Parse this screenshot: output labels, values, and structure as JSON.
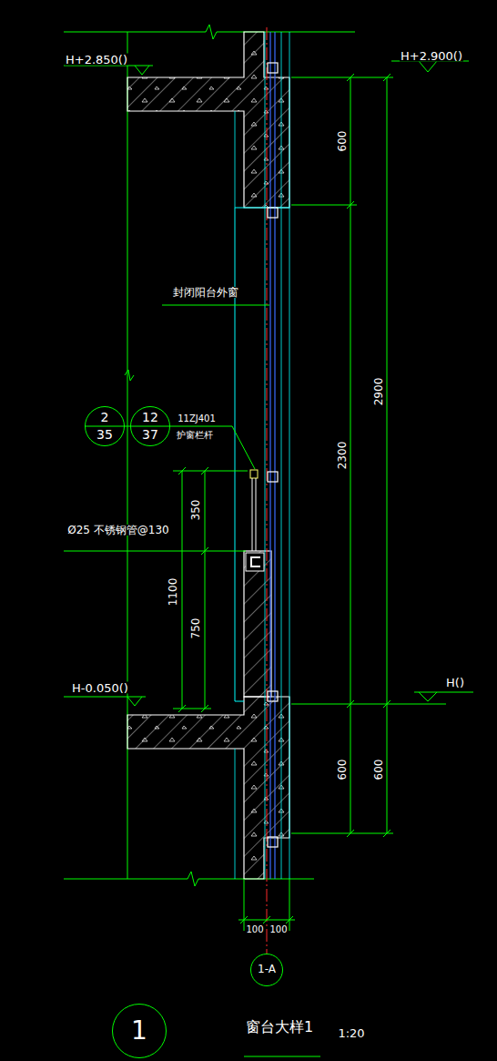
{
  "diagram": {
    "title": "窗台大样1",
    "nodes": [
      {
        "text": [
          "2",
          "35"
        ]
      },
      {
        "text": [
          "12",
          "37"
        ]
      },
      {
        "text": [
          "1-A"
        ]
      },
      {
        "text": [
          "1"
        ]
      }
    ],
    "edges": [],
    "labels": [
      "H+2.850()",
      "H+2.900()",
      "600",
      "2300",
      "2900",
      "封闭阳台外窗",
      "11ZJ401",
      "护窗栏杆",
      "Ø25 不锈钢管@130",
      "350",
      "1100",
      "750",
      "H-0.050()",
      "H()",
      "600",
      "600",
      "100",
      "100",
      "1:20"
    ]
  }
}
